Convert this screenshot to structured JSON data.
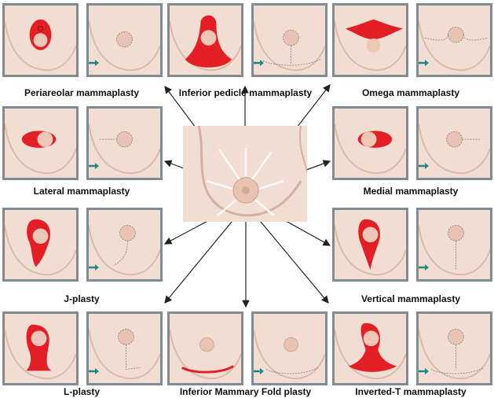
{
  "colors": {
    "skin": "#f2ddd2",
    "skin_shadow": "#d9b9a8",
    "incision": "#e31e24",
    "areola": "#e8c2b3",
    "frame": "#7f8c93",
    "teal_arrow": "#1a8a8a"
  },
  "procedures": [
    {
      "id": "periareolar",
      "label": "Periareolar mammaplasty"
    },
    {
      "id": "inferior-pedicle",
      "label": "Inferior pedicle mammaplasty"
    },
    {
      "id": "omega",
      "label": "Omega mammaplasty"
    },
    {
      "id": "lateral",
      "label": "Lateral mammaplasty"
    },
    {
      "id": "medial",
      "label": "Medial mammaplasty"
    },
    {
      "id": "j-plasty",
      "label": "J-plasty"
    },
    {
      "id": "vertical",
      "label": "Vertical mammaplasty"
    },
    {
      "id": "l-plasty",
      "label": "L-plasty"
    },
    {
      "id": "inferior-fold",
      "label": "Inferior Mammary Fold plasty"
    },
    {
      "id": "inverted-t",
      "label": "Inverted-T mammaplasty"
    }
  ]
}
